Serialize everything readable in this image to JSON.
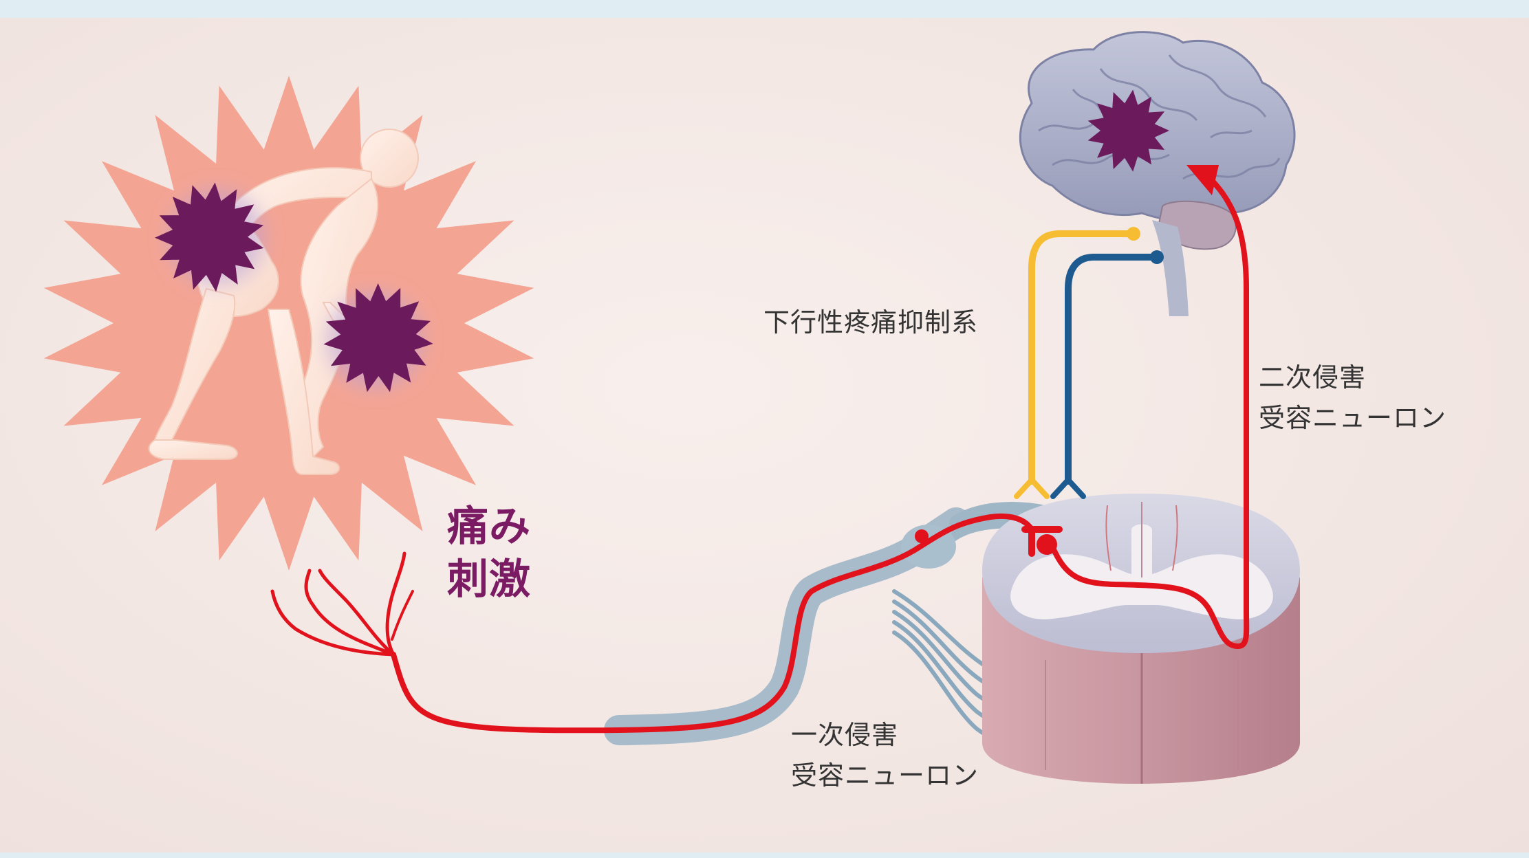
{
  "labels": {
    "stimulus": [
      "痛み",
      "刺激"
    ],
    "descending_system": "下行性疼痛抑制系",
    "second_order_neuron": [
      "二次侵害",
      "受容ニューロン"
    ],
    "first_order_neuron": [
      "一次侵害",
      "受容ニューロン"
    ]
  },
  "colors": {
    "background": "#f4e9e6",
    "top_band": "#e0eef3",
    "starburst": "#f4a493",
    "figure": "#fde1d3",
    "pain_burst": "#6b1a5c",
    "nociceptive_neuron": "#e2121c",
    "descending_yellow": "#f7bd32",
    "descending_blue": "#1c5a8f",
    "nerve_sheath": "#9fb6c6",
    "brain": "#aeb1c9",
    "cord_white_matter": "#c9c9dc",
    "cord_gray_matter": "#f2eef2",
    "cord_side": "#c99ba5",
    "stimulus_text": "#7a1b63"
  }
}
